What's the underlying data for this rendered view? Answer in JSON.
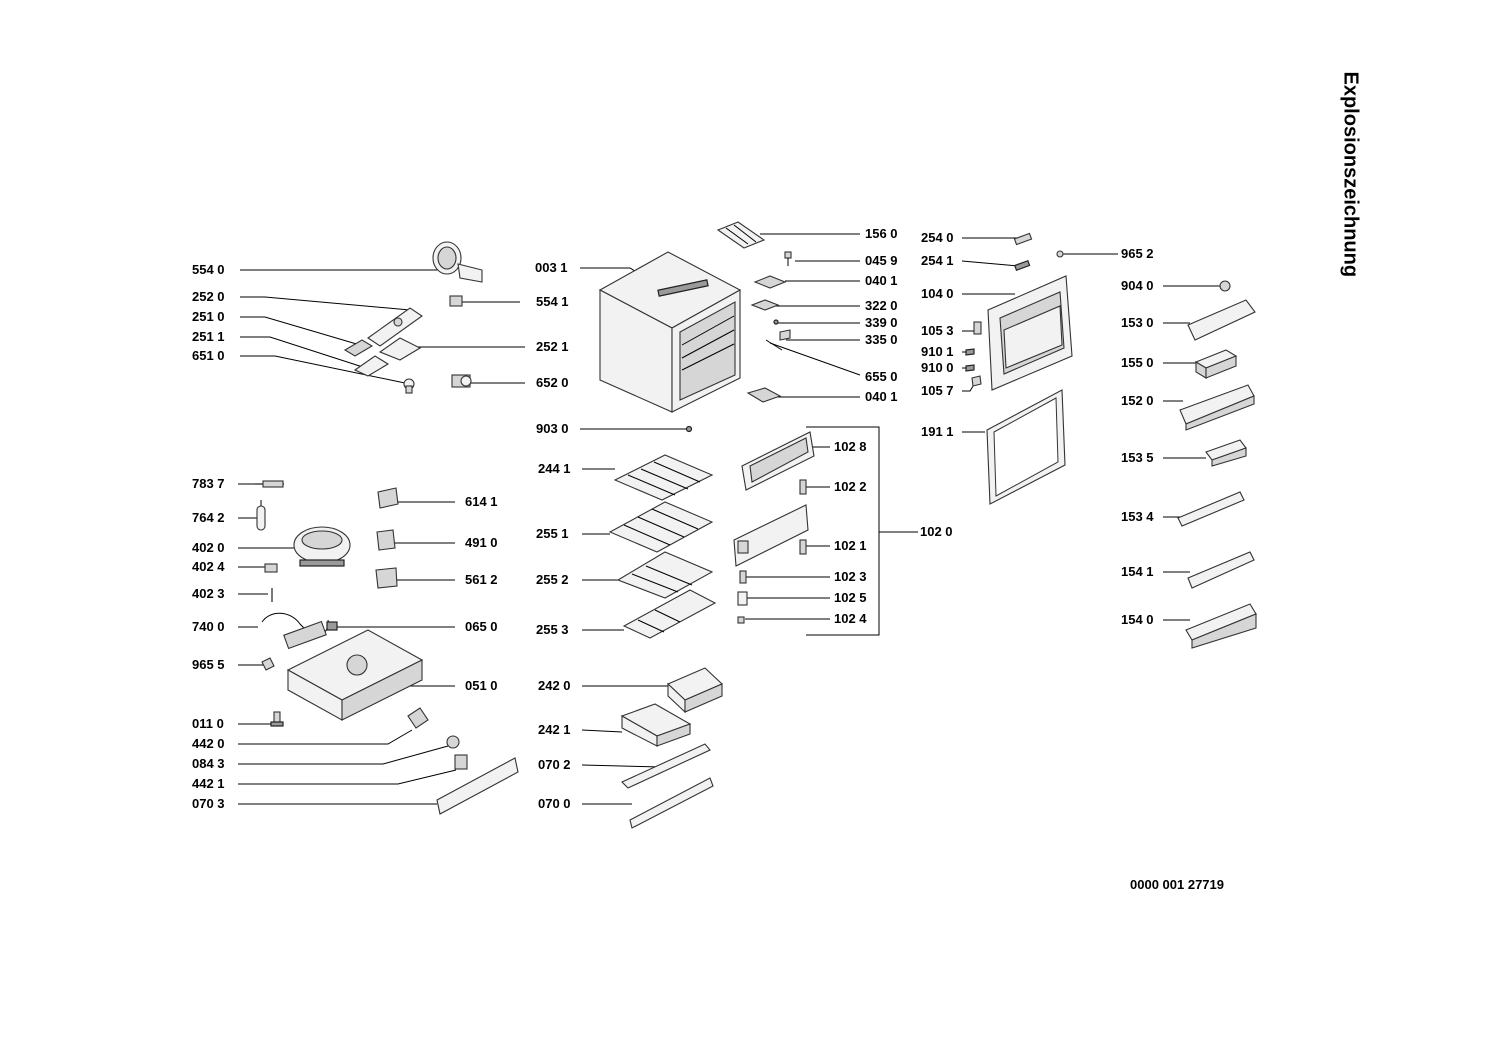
{
  "title": "Explosionszeichnung",
  "document_number": "0000 001 27719",
  "labels": {
    "l5540": "554 0",
    "l2520": "252 0",
    "l2510": "251 0",
    "l2511": "251 1",
    "l6510": "651 0",
    "l0031": "003 1",
    "l5541": "554 1",
    "l2521": "252 1",
    "l6520": "652 0",
    "l9030": "903 0",
    "l7837": "783 7",
    "l7642": "764 2",
    "l4020": "402 0",
    "l4024": "402 4",
    "l4023": "402 3",
    "l7400": "740 0",
    "l9655": "965 5",
    "l0110": "011 0",
    "l4420": "442 0",
    "l0843": "084 3",
    "l4421": "442 1",
    "l0703": "070 3",
    "l6141": "614 1",
    "l4910": "491 0",
    "l5612": "561 2",
    "l0650": "065 0",
    "l0510": "051 0",
    "l2441": "244 1",
    "l2551": "255 1",
    "l2552": "255 2",
    "l2553": "255 3",
    "l2420": "242 0",
    "l2421": "242 1",
    "l0702": "070 2",
    "l0700": "070 0",
    "l1560": "156 0",
    "l0459": "045 9",
    "l0401a": "040 1",
    "l3220": "322 0",
    "l3390": "339 0",
    "l3350": "335 0",
    "l6550": "655 0",
    "l0401b": "040 1",
    "l1028": "102 8",
    "l1022": "102 2",
    "l1020": "102 0",
    "l1021": "102 1",
    "l1023": "102 3",
    "l1025": "102 5",
    "l1024": "102 4",
    "l2540": "254 0",
    "l2541": "254 1",
    "l1040": "104 0",
    "l1053": "105 3",
    "l9101": "910 1",
    "l9100": "910 0",
    "l1057": "105 7",
    "l1911": "191 1",
    "l9652": "965 2",
    "l9040": "904 0",
    "l1530": "153 0",
    "l1550": "155 0",
    "l1520": "152 0",
    "l1535": "153 5",
    "l1534": "153 4",
    "l1541": "154 1",
    "l1540": "154 0"
  }
}
